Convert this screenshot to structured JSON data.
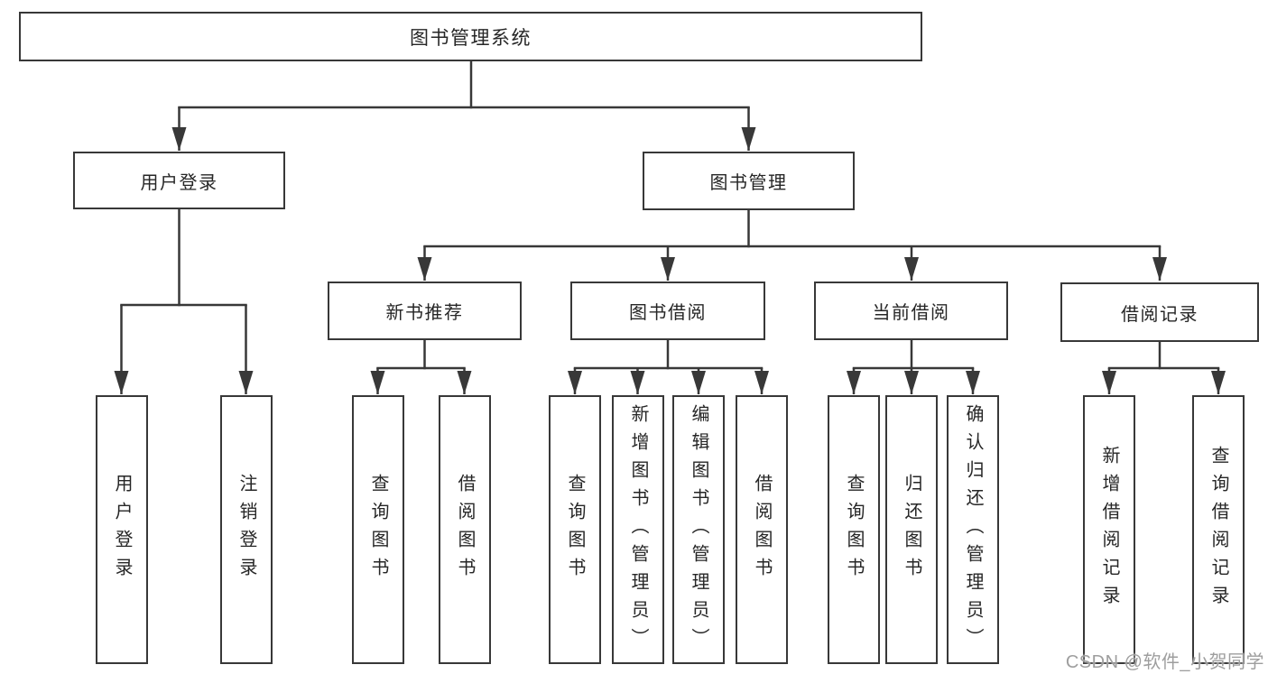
{
  "diagram": {
    "title": "图书管理系统",
    "branches": [
      {
        "label": "用户登录",
        "children": [
          {
            "label": "用户登录"
          },
          {
            "label": "注销登录"
          }
        ]
      },
      {
        "label": "图书管理",
        "groups": [
          {
            "label": "新书推荐",
            "children": [
              {
                "label": "查询图书"
              },
              {
                "label": "借阅图书"
              }
            ]
          },
          {
            "label": "图书借阅",
            "children": [
              {
                "label": "查询图书"
              },
              {
                "label": "新增图书（管理员）"
              },
              {
                "label": "编辑图书（管理员）"
              },
              {
                "label": "借阅图书"
              }
            ]
          },
          {
            "label": "当前借阅",
            "children": [
              {
                "label": "查询图书"
              },
              {
                "label": "归还图书"
              },
              {
                "label": "确认归还（管理员）"
              }
            ]
          },
          {
            "label": "借阅记录",
            "children": [
              {
                "label": "新增借阅记录"
              },
              {
                "label": "查询借阅记录"
              }
            ]
          }
        ]
      }
    ]
  },
  "watermark": {
    "text": "CSDN @软件_小贺同学"
  },
  "colors": {
    "line": "#383838",
    "box_border": "#383838",
    "box_background": "#ffffff",
    "text": "#262626",
    "watermark": "#9e9e9e"
  }
}
